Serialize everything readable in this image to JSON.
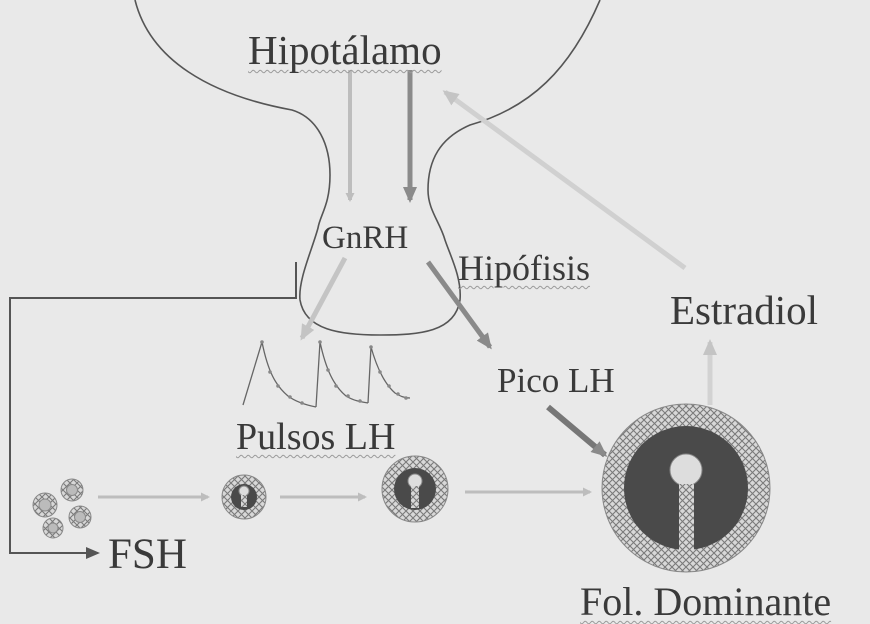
{
  "labels": {
    "hipotalamo": "Hipotálamo",
    "gnrh": "GnRH",
    "hipofisis": "Hipófisis",
    "estradiol": "Estradiol",
    "pico_lh": "Pico LH",
    "pulsos_lh": "Pulsos LH",
    "fsh": "FSH",
    "fol_dominante": "Fol. Dominante"
  },
  "colors": {
    "background": "#e9e9e9",
    "outline": "#555555",
    "arrow_light": "#bdbdbd",
    "arrow_dark": "#8a8a8a",
    "follicle_dark": "#4a4a4a",
    "granulosa_mesh": "#9a9a9a"
  }
}
